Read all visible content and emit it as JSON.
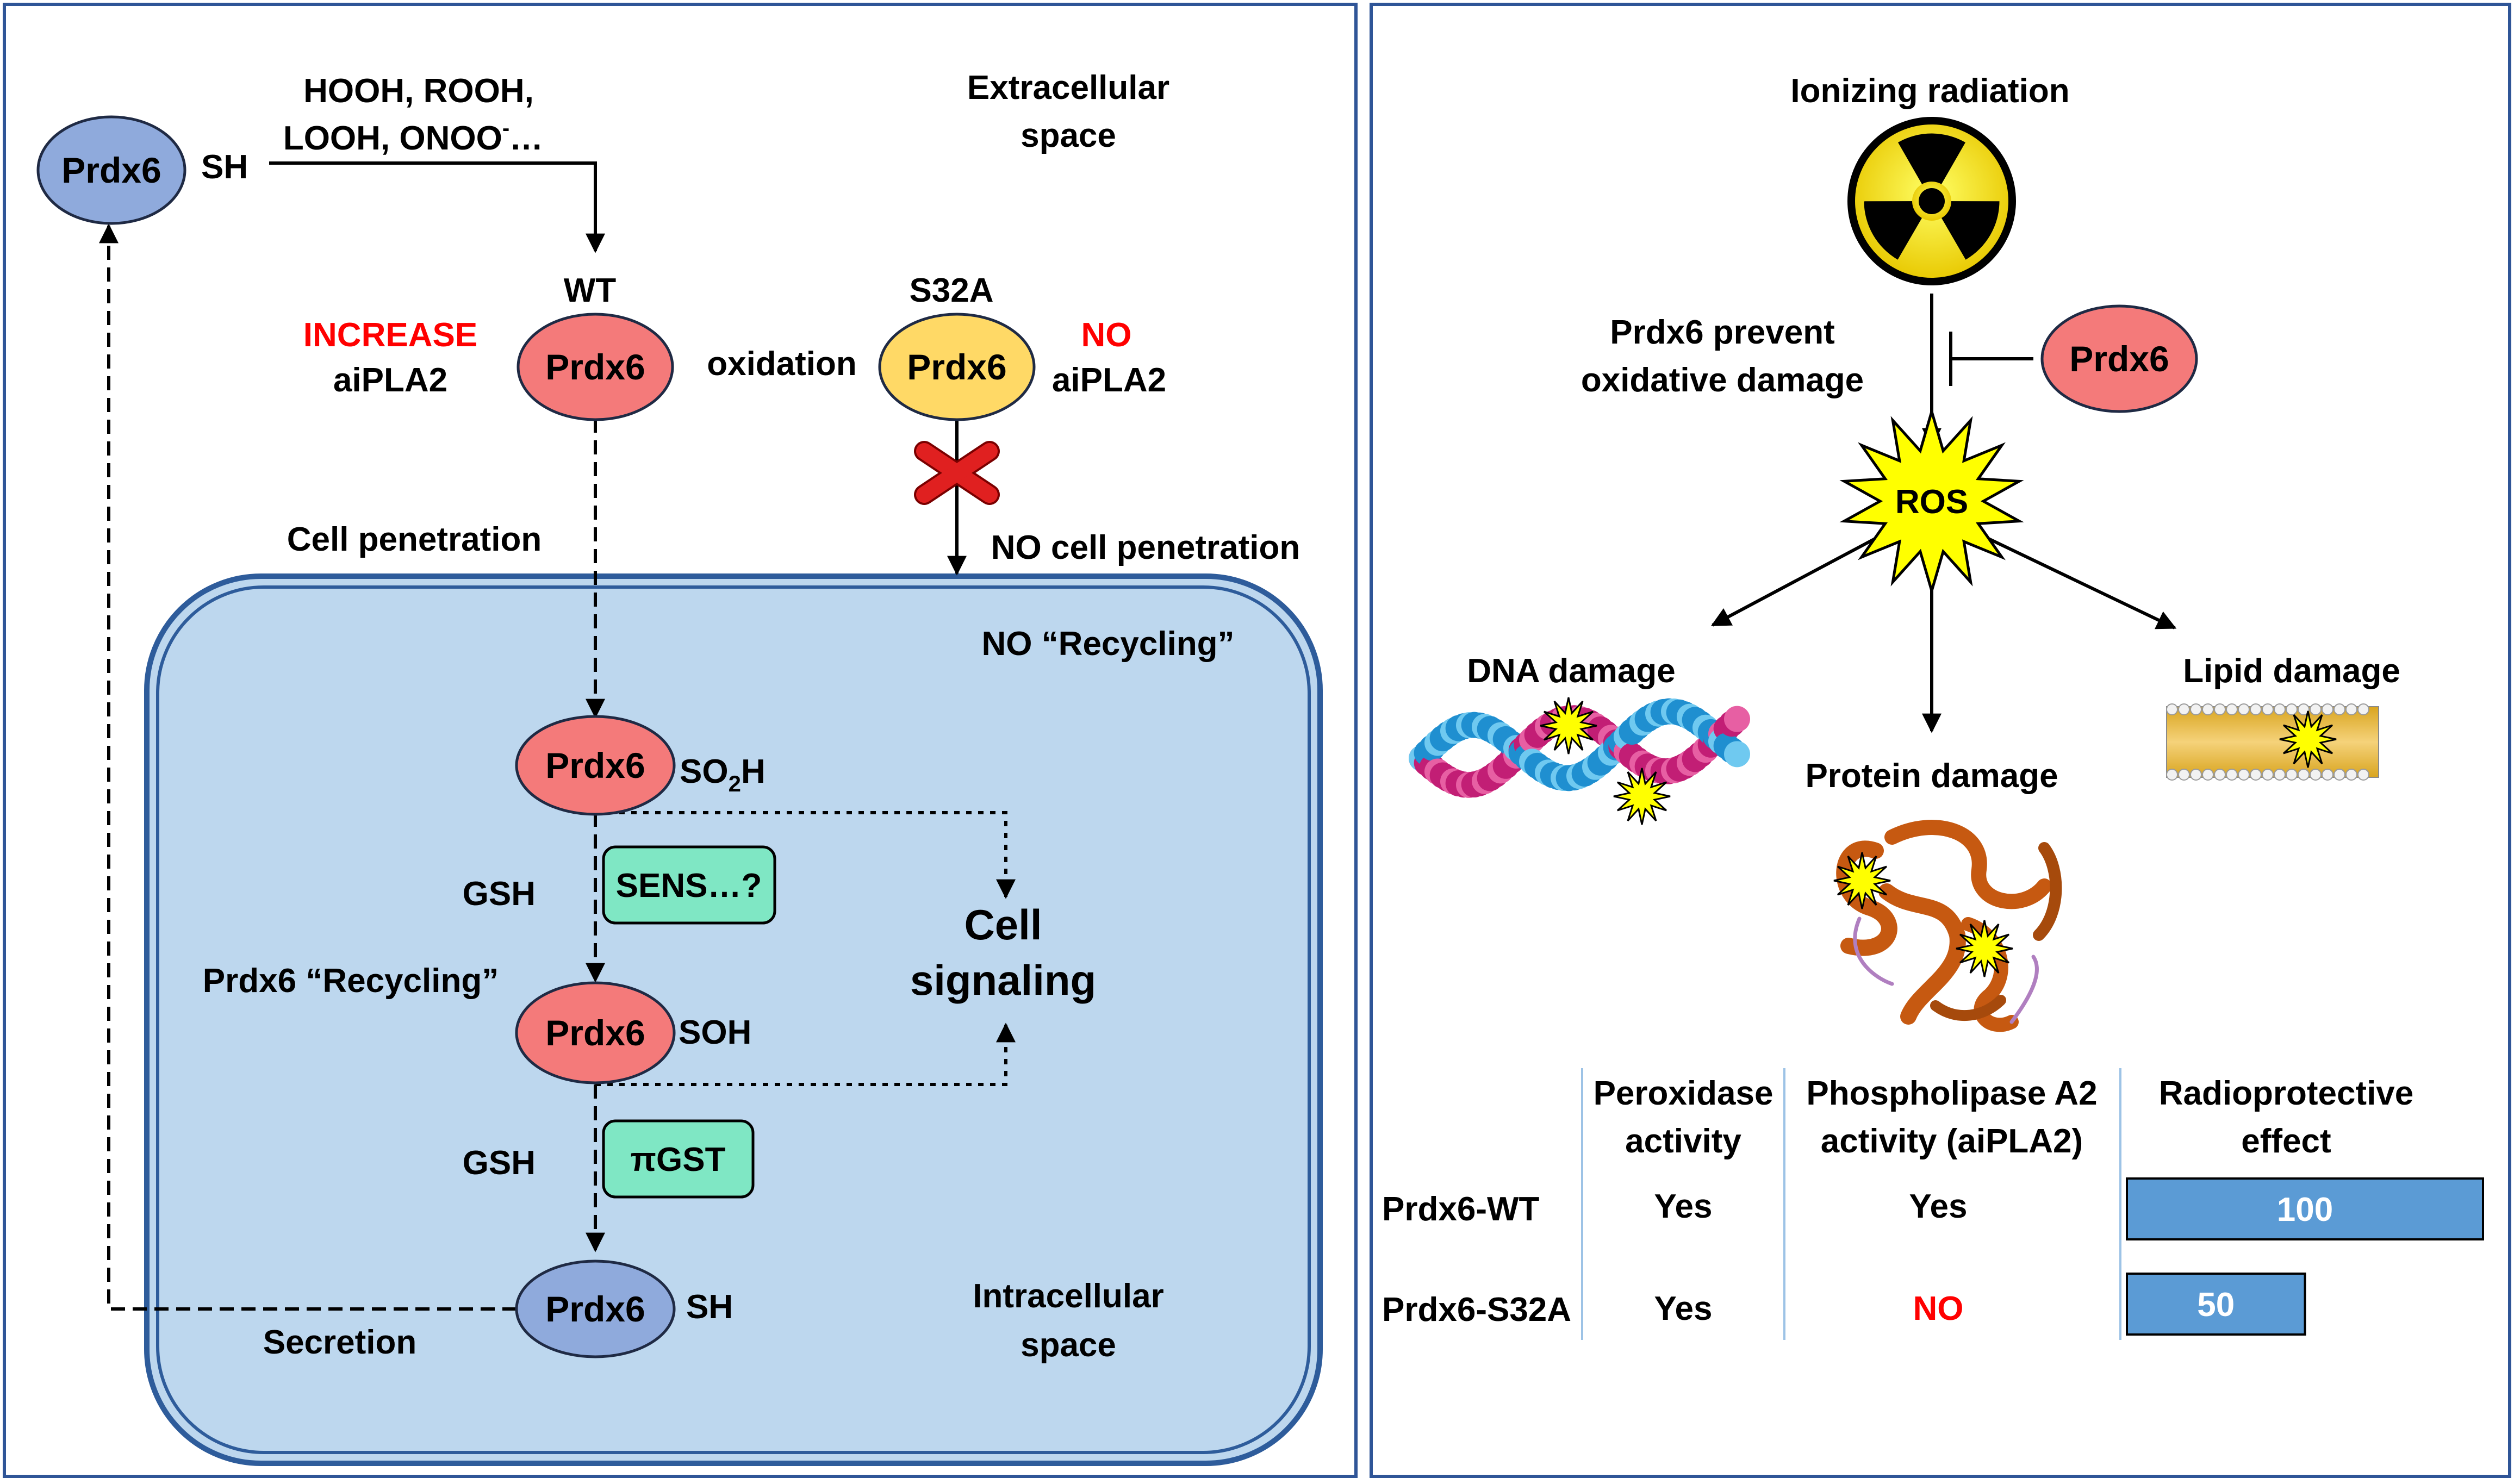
{
  "colors": {
    "frame": "#2f5597",
    "cell_fill": "#bdd7ee",
    "cell_border": "#2e5c9b",
    "prdx6_red": "#f47a7a",
    "prdx6_blue": "#8faadc",
    "prdx6_yellow": "#ffd966",
    "box_green": "#7fe7c4",
    "bar_fill": "#5b9bd5",
    "red_text": "#ff0000",
    "starburst": "#ffff00"
  },
  "left": {
    "prdx6_top": "Prdx6",
    "sh_top": "SH",
    "oxidants_line1": "HOOH, ROOH,",
    "oxidants_line2": "LOOH, ONOO",
    "oxidants_sup": "-",
    "oxidants_tail": "…",
    "extracellular_line1": "Extracellular",
    "extracellular_line2": "space",
    "wt_label": "WT",
    "s32a_label": "S32A",
    "increase": "INCREASE",
    "aipla2_left": "aiPLA2",
    "prdx6_wt": "Prdx6",
    "oxidation": "oxidation",
    "prdx6_s32a": "Prdx6",
    "no_label": "NO",
    "aipla2_right": "aiPLA2",
    "cell_penetration": "Cell penetration",
    "no_cell_penetration": "NO cell penetration",
    "no_recycling": "NO “Recycling”",
    "prdx6_so2h": "Prdx6",
    "so2h_base": "SO",
    "so2h_sub": "2",
    "so2h_tail": "H",
    "gsh_1": "GSH",
    "sens_box": "SENS…?",
    "cell_signaling_line1": "Cell",
    "cell_signaling_line2": "signaling",
    "prdx6_recycling": "Prdx6 “Recycling”",
    "prdx6_soh": "Prdx6",
    "soh": "SOH",
    "gsh_2": "GSH",
    "pigst_box": "πGST",
    "prdx6_sh_bottom": "Prdx6",
    "sh_bottom": "SH",
    "secretion": "Secretion",
    "intracellular_line1": "Intracellular",
    "intracellular_line2": "space"
  },
  "right": {
    "ionizing_radiation": "Ionizing radiation",
    "prevent_line1": "Prdx6 prevent",
    "prevent_line2": "oxidative damage",
    "prdx6": "Prdx6",
    "ros": "ROS",
    "dna_damage": "DNA damage",
    "protein_damage": "Protein damage",
    "lipid_damage": "Lipid damage",
    "table": {
      "headers": [
        [
          "Peroxidase",
          "activity"
        ],
        [
          "Phospholipase A2",
          "activity (aiPLA2)"
        ],
        [
          "Radioprotective",
          "effect"
        ]
      ],
      "rows": [
        {
          "name": "Prdx6-WT",
          "peroxidase": "Yes",
          "pla2": "Yes",
          "radioprotective": 100
        },
        {
          "name": "Prdx6-S32A",
          "peroxidase": "Yes",
          "pla2": "NO",
          "radioprotective": 50
        }
      ]
    }
  }
}
